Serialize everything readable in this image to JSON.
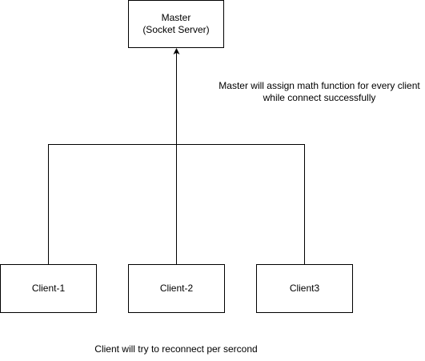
{
  "nodes": {
    "master": {
      "line1": "Master",
      "line2": "(Socket Server)"
    },
    "client1": {
      "label": "Client-1"
    },
    "client2": {
      "label": "Client-2"
    },
    "client3": {
      "label": "Client3"
    }
  },
  "notes": {
    "master_note_line1": "Master will assign math function for every client",
    "master_note_line2": "while connect successfully",
    "client_note": "Client will try to reconnect per sercond"
  },
  "colors": {
    "stroke": "#000000",
    "fill": "#ffffff"
  }
}
